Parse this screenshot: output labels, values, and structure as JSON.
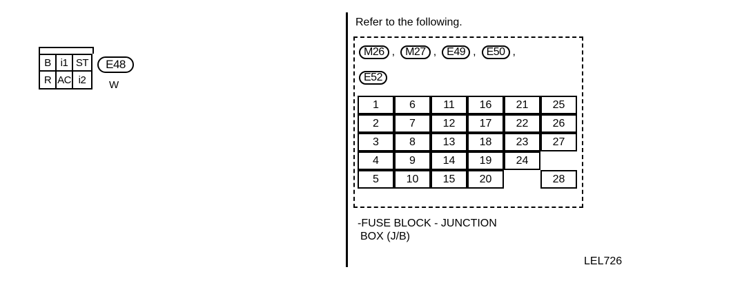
{
  "ignition_connector": {
    "cells": [
      [
        "B",
        "i1",
        "ST"
      ],
      [
        "R",
        "AC",
        "i2"
      ]
    ],
    "connector_id": "E48",
    "color_code": "W"
  },
  "reference": {
    "heading": "Refer to the following.",
    "connectors_row1": [
      "M26",
      "M27",
      "E49",
      "E50"
    ],
    "connectors_row2": [
      "E52"
    ],
    "separator": ","
  },
  "fuse_block": {
    "columns": [
      [
        "1",
        "2",
        "3",
        "4",
        "5"
      ],
      [
        "6",
        "7",
        "8",
        "9",
        "10"
      ],
      [
        "11",
        "12",
        "13",
        "14",
        "15"
      ],
      [
        "16",
        "17",
        "18",
        "19",
        "20"
      ],
      [
        "21",
        "22",
        "23",
        "24",
        null
      ],
      [
        "25",
        "26",
        "27",
        null,
        "28"
      ]
    ],
    "caption_line1": "-FUSE BLOCK - JUNCTION",
    "caption_line2": "BOX (J/B)"
  },
  "figure_code": "LEL726"
}
